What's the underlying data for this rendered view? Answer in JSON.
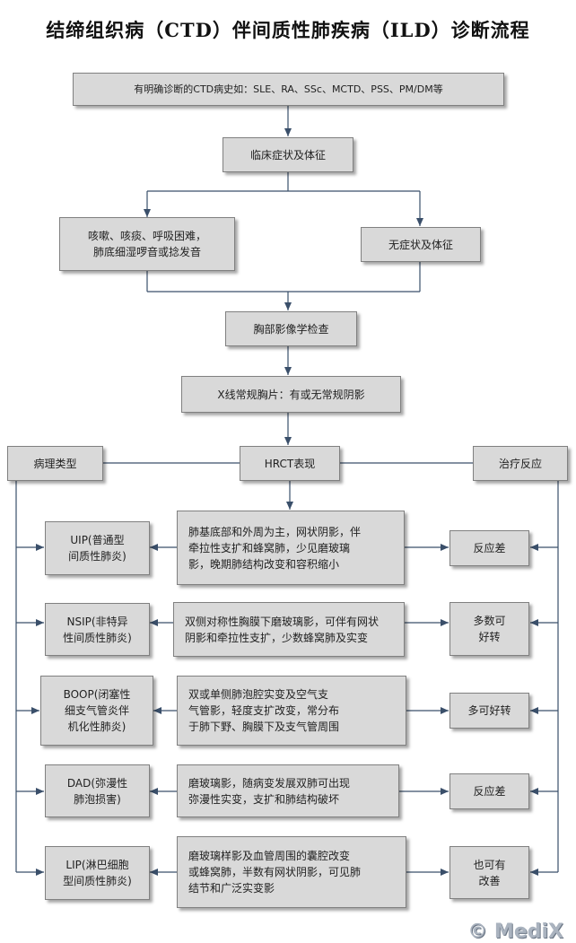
{
  "title": "结缔组织病（CTD）伴间质性肺疾病（ILD）诊断流程",
  "flow": {
    "history": "有明确诊断的CTD病史如：SLE、RA、SSc、MCTD、PSS、PM/DM等",
    "clinical": "临床症状及体征",
    "symptoms": "咳嗽、咳痰、呼吸困难，\n肺底细湿啰音或捻发音",
    "no_symptoms": "无症状及体征",
    "imaging": "胸部影像学检查",
    "xray": "X线常规胸片：有或无常规阴影",
    "pathology_type": "病理类型",
    "hrct": "HRCT表现",
    "treatment_response": "治疗反应"
  },
  "rows": [
    {
      "type": "UIP(普通型\n间质性肺炎)",
      "hrct": "肺基底部和外周为主，网状阴影，伴\n牵拉性支扩和蜂窝肺，少见磨玻璃\n影，晚期肺结构改变和容积缩小",
      "response": "反应差"
    },
    {
      "type": "NSIP(非特异\n性间质性肺炎)",
      "hrct": "双侧对称性胸膜下磨玻璃影，可伴有网状\n阴影和牵拉性支扩，少数蜂窝肺及实变",
      "response": "多数可\n好转"
    },
    {
      "type": "BOOP(闭塞性\n细支气管炎伴\n机化性肺炎)",
      "hrct": "双或单侧肺泡腔实变及空气支\n气管影，轻度支扩改变，常分布\n于肺下野、胸膜下及支气管周围",
      "response": "多可好转"
    },
    {
      "type": "DAD(弥漫性\n肺泡损害)",
      "hrct": "磨玻璃影，随病变发展双肺可出现\n弥漫性实变，支扩和肺结构破坏",
      "response": "反应差"
    },
    {
      "type": "LIP(淋巴细胞\n型间质性肺炎)",
      "hrct": "磨玻璃样影及血管周围的囊腔改变\n或蜂窝肺，半数有网状阴影，可见肺\n结节和广泛实变影",
      "response": "也可有\n改善"
    }
  ],
  "watermark": "© MediX"
}
